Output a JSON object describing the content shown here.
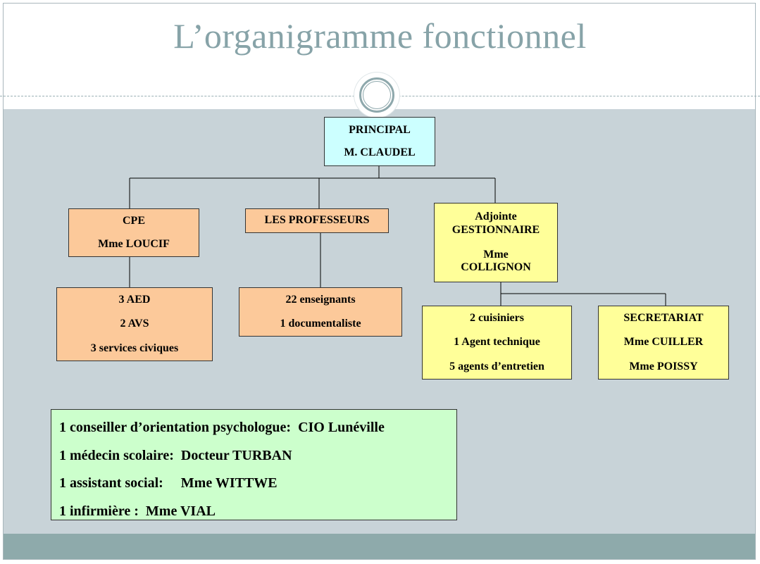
{
  "slide": {
    "title": "L’organigramme fonctionnel"
  },
  "org": {
    "principal": {
      "title": "PRINCIPAL",
      "name": "M. CLAUDEL"
    },
    "cpe": {
      "title": "CPE",
      "name": "Mme LOUCIF"
    },
    "professeurs": {
      "title": "LES PROFESSEURS"
    },
    "gestionnaire": {
      "line1": "Adjointe",
      "line2": "GESTIONNAIRE",
      "line3": "Mme",
      "line4": "COLLIGNON"
    },
    "vie_scolaire": {
      "line1": "3 AED",
      "line2": "2 AVS",
      "line3": "3 services civiques"
    },
    "enseignants": {
      "line1": "22 enseignants",
      "line2": "1 documentaliste"
    },
    "agents": {
      "line1": "2 cuisiniers",
      "line2": "1 Agent technique",
      "line3": "5 agents d’entretien"
    },
    "secretariat": {
      "title": "SECRETARIAT",
      "name1": "Mme CUILLER",
      "name2": "Mme POISSY"
    }
  },
  "partners": [
    "1 conseiller d’orientation psychologue:  CIO Lunéville",
    "1 médecin scolaire:  Docteur TURBAN",
    "1 assistant social:     Mme WITTWE",
    "1 infirmière :  Mme VIAL"
  ],
  "colors": {
    "principal_fill": "#ccffff",
    "vie_scolaire_fill": "#fcc99a",
    "gestion_fill": "#ffff99",
    "partners_fill": "#ccffcc",
    "title_color": "#87a3a8"
  }
}
